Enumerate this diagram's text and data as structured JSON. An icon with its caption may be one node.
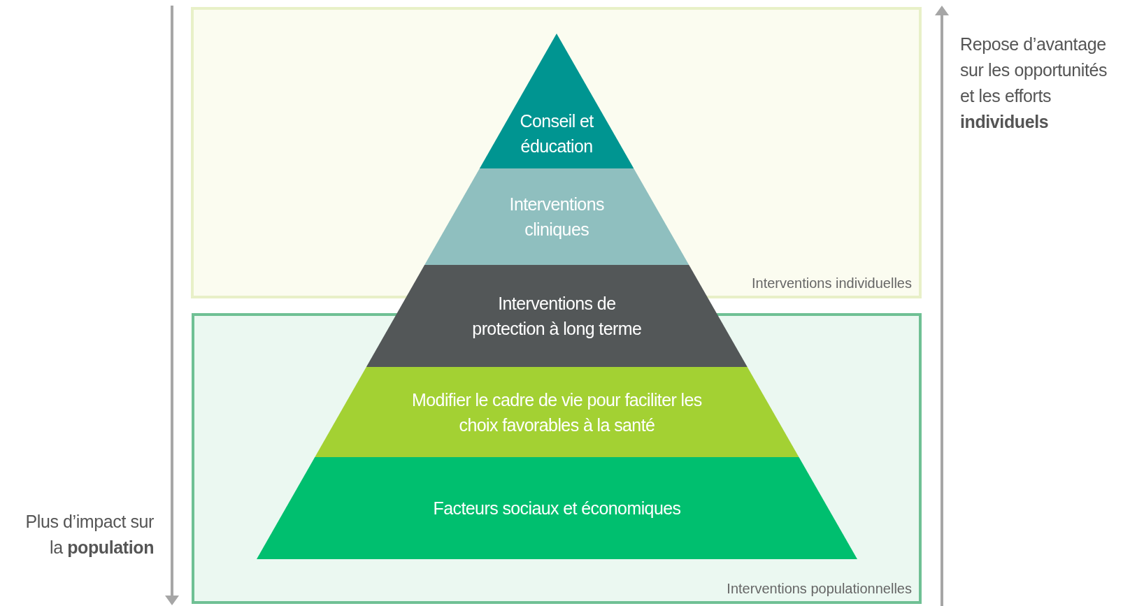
{
  "diagram": {
    "nodes": [
      {
        "text": [
          "Interventions individuelles"
        ]
      },
      {
        "text": [
          "Interventions populationnelles"
        ]
      },
      {
        "text": [
          "Conseil et éducation"
        ],
        "in": 0
      },
      {
        "text": [
          "Interventions cliniques"
        ],
        "in": 0
      },
      {
        "text": [
          "Interventions de protection à long terme"
        ]
      },
      {
        "text": [
          "Modifier le cadre de vie pour faciliter les choix favorables à la santé"
        ],
        "in": 1
      },
      {
        "text": [
          "Facteurs sociaux et économiques"
        ],
        "in": 1
      }
    ],
    "labels": [
      "Plus d’impact sur la **population**",
      "Repose d’avantage sur les opportunités et les efforts **individuels**"
    ]
  }
}
